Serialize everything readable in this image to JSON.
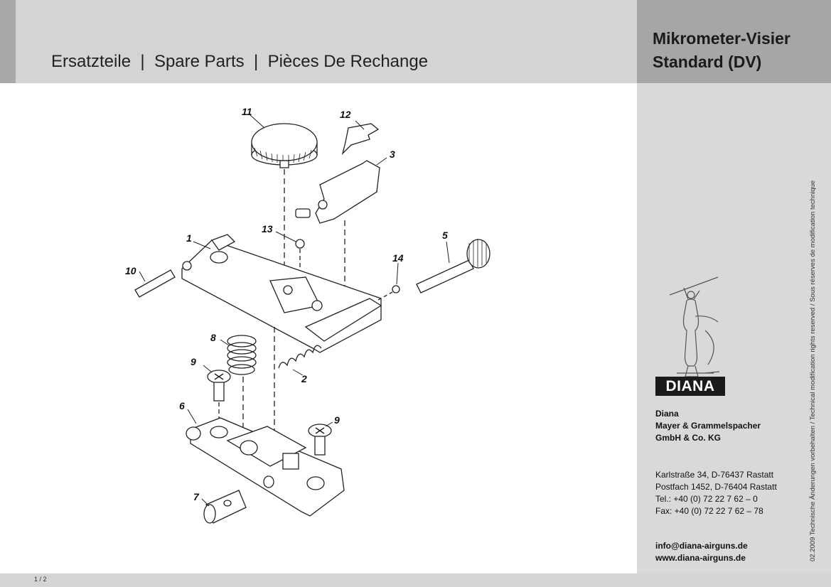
{
  "header": {
    "title": "Ersatzteile  |  Spare Parts  |  Pièces De Rechange"
  },
  "product": {
    "line1": "Mikrometer-Visier",
    "line2": "Standard (DV)"
  },
  "vertical_note": "02.2009 Technische Änderungen vorbehalten / Technical modification rights reserved / Sous réserves de modification technique",
  "logo": {
    "text": "DIANA"
  },
  "company": {
    "line1": "Diana",
    "line2": "Mayer & Grammelspacher",
    "line3": "GmbH & Co. KG"
  },
  "address": {
    "line1": "Karlstraße 34, D-76437 Rastatt",
    "line2": "Postfach 1452, D-76404 Rastatt",
    "tel": "Tel.: +40 (0) 72 22 7 62 – 0",
    "fax": "Fax: +40 (0) 72 22 7 62 – 78"
  },
  "contact": {
    "email": "info@diana-airguns.de",
    "web": "www.diana-airguns.de"
  },
  "footer": {
    "page": "1 / 2"
  },
  "parts": {
    "p1": "1",
    "p2": "2",
    "p3": "3",
    "p5": "5",
    "p6": "6",
    "p7": "7",
    "p8": "8",
    "p9a": "9",
    "p9b": "9",
    "p10": "10",
    "p11": "11",
    "p12": "12",
    "p13": "13",
    "p14": "14"
  }
}
